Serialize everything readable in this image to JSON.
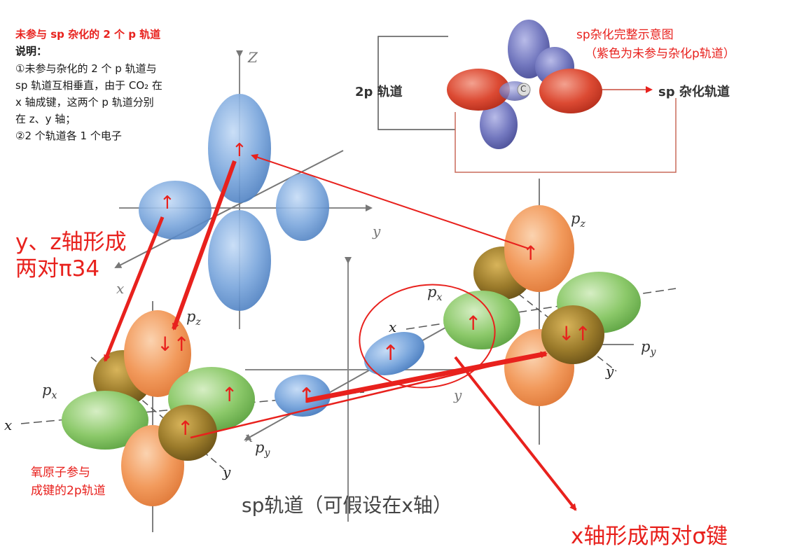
{
  "top_left_note": {
    "title": "未参与 sp 杂化的 2 个 p 轨道",
    "heading": "说明：",
    "lines": [
      "①未参与杂化的 2 个 p 轨道与",
      "sp 轨道互相垂直，由于 CO₂  在",
      "x 轴成键，这两个 p 轨道分别",
      "在  z、y 轴；",
      "②2 个轨道各 1 个电子"
    ]
  },
  "inset": {
    "title": "sp杂化完整示意图",
    "subtitle": "（紫色为未参与杂化p轨道）",
    "left_label": "2p 轨道",
    "right_label": "sp 杂化轨道",
    "center_label": "C"
  },
  "annotations": {
    "pi_bond_line1": "y、z轴形成",
    "pi_bond_line2": "两对π34",
    "oxygen_line1": "氧原子参与",
    "oxygen_line2": "成键的2p轨道",
    "sigma_bond": "x轴形成两对σ键",
    "sp_caption": "sp轨道（可假设在x轴）"
  },
  "axis_labels": {
    "z": "Z",
    "y": "y",
    "x": "x"
  },
  "orbital_labels": {
    "pz": "p",
    "px": "p",
    "py": "p",
    "sub_z": "z",
    "sub_x": "x",
    "sub_y": "y",
    "x": "x",
    "y": "y"
  },
  "electrons": {
    "single": "↑",
    "pair": "↓↑"
  },
  "colors": {
    "annotation_red": "#e8211d",
    "orange_lobe": "#f2a066",
    "green_lobe": "#8cc96a",
    "olive_lobe": "#9a7a2a",
    "blue_lobe": "#6d9ad6",
    "purple_lobe": "#6f72b8",
    "red_lobe": "#d9442f"
  }
}
